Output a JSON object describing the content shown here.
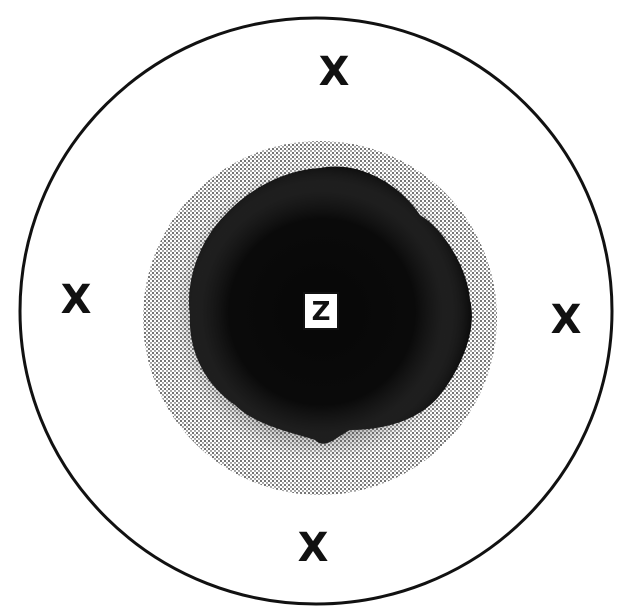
{
  "diagram": {
    "outer_marks": {
      "top": "X",
      "left": "X",
      "right": "X",
      "bottom": "X"
    },
    "center_label": "Z"
  },
  "colors": {
    "ink": "#111111",
    "paper": "#ffffff",
    "dark_core": "#0a0a0a"
  }
}
